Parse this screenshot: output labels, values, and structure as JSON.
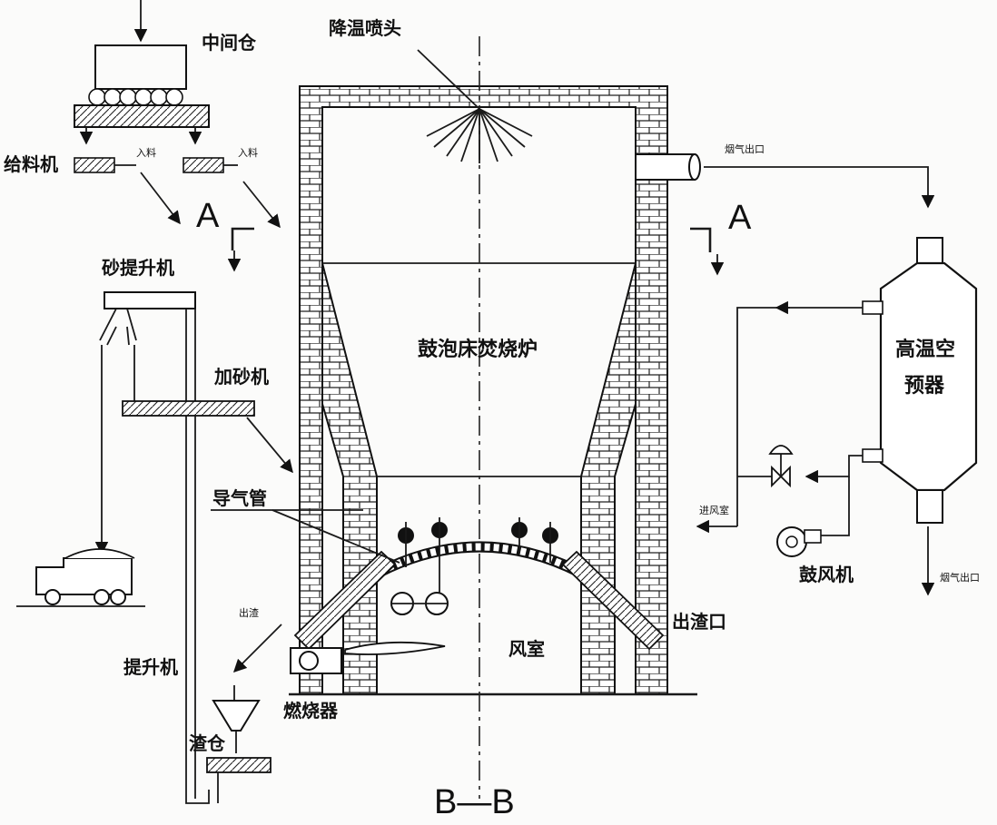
{
  "labels": {
    "spray_head": "降温喷头",
    "middle_bin": "中间仓",
    "feeder": "给料机",
    "feed_in": "入料",
    "section_a": "A",
    "sand_elevator": "砂提升机",
    "sand_adder": "加砂机",
    "furnace": "鼓泡床焚烧炉",
    "flue_outlet_top": "烟气出口",
    "preheater_line1": "高温空",
    "preheater_line2": "预器",
    "guide_pipe": "导气管",
    "slag_out": "出渣",
    "slag_outlet": "出渣口",
    "wind_chamber": "风室",
    "to_wind_chamber": "进风室",
    "blower": "鼓风机",
    "flue_outlet_bottom": "烟气出口",
    "elevator": "提升机",
    "burner": "燃烧器",
    "slag_bin": "渣仓",
    "section_bb": "B—B"
  }
}
